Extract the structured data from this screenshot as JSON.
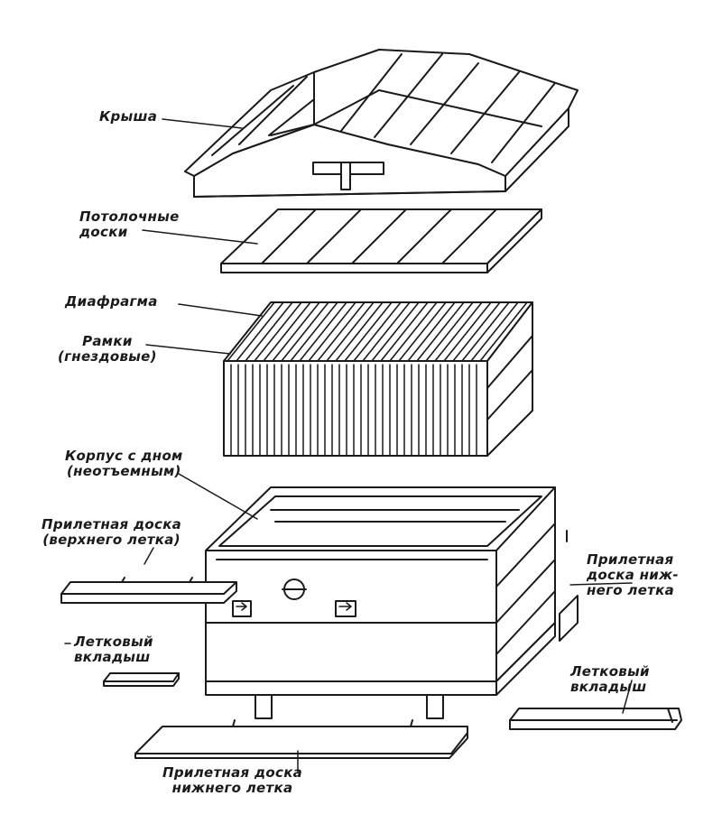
{
  "labels": {
    "roof": "Крыша",
    "ceiling_boards": [
      "Потолочные",
      "доски"
    ],
    "diaphragm": "Диафрагма",
    "frames": [
      "Рамки",
      "(гнездовые)"
    ],
    "body": [
      "Корпус с дном",
      "(неотъемным)"
    ],
    "landing_board_upper": [
      "Прилетная доска",
      "(верхнего летка)"
    ],
    "landing_board_lower_right": [
      "Прилетная",
      "доска ниж-",
      "него летка"
    ],
    "entrance_insert_left": [
      "Летковый",
      "вкладыш"
    ],
    "entrance_insert_right": [
      "Летковый",
      "вкладыш"
    ],
    "landing_board_lower_bottom": [
      "Прилетная доска",
      "нижнего летка"
    ]
  }
}
